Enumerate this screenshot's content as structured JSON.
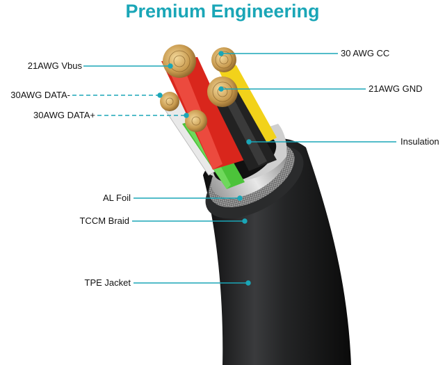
{
  "title": "Premium Engineering",
  "colors": {
    "title": "#1aa6b7",
    "leader": "#1aa6b7",
    "jacket": "#1e1f20",
    "braid": "#8c8c8c",
    "foil": "#d4d4d4",
    "wire_red": "#d9261c",
    "wire_yellow": "#f2d21a",
    "wire_black": "#222222",
    "wire_green": "#4cc33a",
    "wire_white": "#eeeeee",
    "copper": "#c89a4e"
  },
  "labels": {
    "vbus": "21AWG Vbus",
    "data_minus": "30AWG DATA-",
    "data_plus": "30AWG DATA+",
    "cc": "30 AWG CC",
    "gnd": "21AWG GND",
    "insulation": "Insulation",
    "al_foil": "AL Foil",
    "tccm_braid": "TCCM Braid",
    "tpe_jacket": "TPE Jacket"
  }
}
